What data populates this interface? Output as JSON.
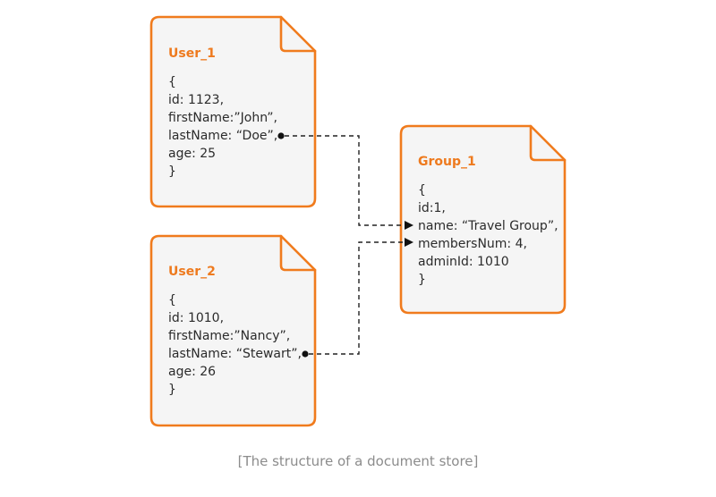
{
  "documents": {
    "user1": {
      "title": "User_1",
      "lines": [
        "{",
        "id: 1123,",
        "firstName:”John”,",
        "lastName: “Doe”,",
        "age: 25",
        "}"
      ]
    },
    "user2": {
      "title": "User_2",
      "lines": [
        "{",
        "id: 1010,",
        "firstName:”Nancy”,",
        "lastName: “Stewart”,",
        "age: 26",
        "}"
      ]
    },
    "group1": {
      "title": "Group_1",
      "lines": [
        "{",
        "id:1,",
        "name: “Travel Group”,",
        "membersNum: 4,",
        "adminId: 1010",
        "}"
      ]
    }
  },
  "caption": "[The structure of a document store]",
  "colors": {
    "accent": "#f07b1d",
    "card_fill": "#f5f5f5",
    "text": "#2b2b2b",
    "caption": "#8c8c8c"
  }
}
